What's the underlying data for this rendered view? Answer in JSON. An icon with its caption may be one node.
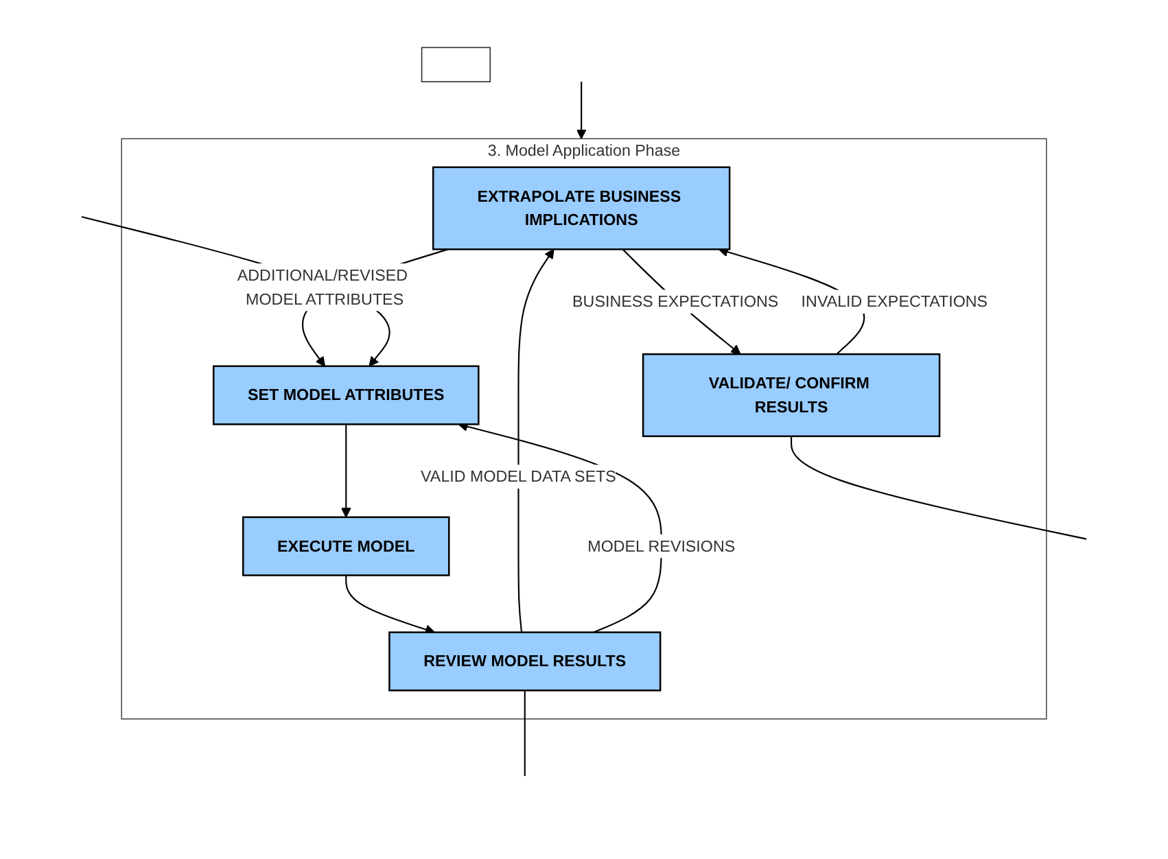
{
  "diagram": {
    "nodes": [
      {
        "text": [],
        "shape": "box"
      },
      {
        "text": [
          "3. Model Application Phase"
        ]
      },
      {
        "text": [
          "EXTRAPOLATE BUSINESS IMPLICATIONS"
        ],
        "in": 1
      },
      {
        "text": [
          "VALIDATE/ CONFIRM RESULTS"
        ],
        "in": 1
      },
      {
        "text": [
          "SET MODEL ATTRIBUTES"
        ],
        "in": 1
      },
      {
        "text": [
          "EXECUTE MODEL"
        ],
        "in": 1
      },
      {
        "text": [
          "REVIEW MODEL RESULTS"
        ],
        "in": 1
      }
    ],
    "edges": [
      {
        "from": null,
        "to": 1,
        "arrow": "to"
      },
      {
        "from": 2,
        "to": 3,
        "label": "BUSINESS EXPECTATIONS",
        "arrow": "to"
      },
      {
        "from": 3,
        "to": 2,
        "label": "INVALID EXPECTATIONS",
        "arrow": "to"
      },
      {
        "from": 6,
        "to": 2,
        "label": "VALID MODEL DATA SETS",
        "arrow": "to"
      },
      {
        "from": 2,
        "to": 4,
        "label": "ADDITIONAL/REVISED MODEL ATTRIBUTES",
        "arrow": "to"
      },
      {
        "from": 6,
        "to": 4,
        "label": "MODEL REVISIONS",
        "arrow": "to"
      },
      {
        "from": null,
        "to": 4,
        "arrow": "to"
      },
      {
        "from": 4,
        "to": 5,
        "arrow": "to"
      },
      {
        "from": 5,
        "to": 6,
        "arrow": "to"
      },
      {
        "from": 3,
        "to": null,
        "arrow": "none"
      },
      {
        "from": 6,
        "to": null,
        "arrow": "none"
      }
    ]
  }
}
